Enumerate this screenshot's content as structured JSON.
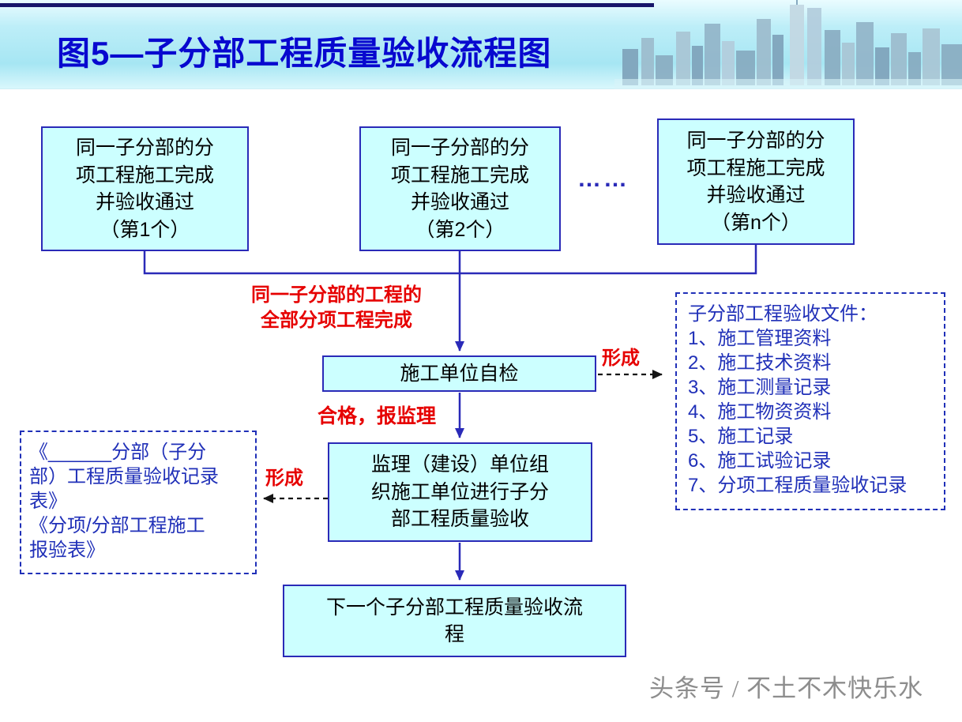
{
  "header": {
    "title": "图5—子分部工程质量验收流程图"
  },
  "boxes": {
    "top1": "同一子分部的分\n项工程施工完成\n并验收通过\n（第1个）",
    "top2": "同一子分部的分\n项工程施工完成\n并验收通过\n（第2个）",
    "top3": "同一子分部的分\n项工程施工完成\n并验收通过\n（第n个）",
    "ellipsis": "……",
    "self_check": "施工单位自检",
    "supervision": "监理（建设）单位组\n织施工单位进行子分\n部工程质量验收",
    "next_flow": "下一个子分部工程质量验收流\n程"
  },
  "labels": {
    "all_items_complete": "同一子分部的工程的\n全部分项工程完成",
    "qualified_report": "合格，报监理",
    "form_right": "形成",
    "form_left": "形成"
  },
  "annotations": {
    "right": {
      "title": "子分部工程验收文件：",
      "items": [
        "1、施工管理资料",
        "2、施工技术资料",
        "3、施工测量记录",
        "4、施工物资资料",
        "5、施工记录",
        "6、施工试验记录",
        "7、分项工程质量验收记录"
      ]
    },
    "left": "《______分部（子分\n部）工程质量验收记录\n表》\n《分项/分部工程施工\n报验表》"
  },
  "watermark": "头条号 / 不土不木快乐水",
  "colors": {
    "title": "#0808cf",
    "box_fill": "#ccffff",
    "box_border": "#2a2ab8",
    "arrow": "#2a2ab8",
    "red": "#e60000",
    "blue_text": "#2030b8",
    "watermark": "#8d8d8d"
  }
}
